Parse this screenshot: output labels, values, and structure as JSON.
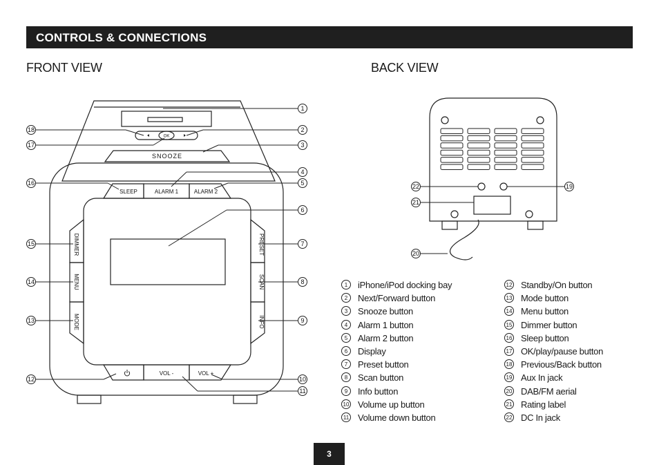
{
  "header": {
    "title": "CONTROLS & CONNECTIONS"
  },
  "front_view": {
    "title": "FRONT VIEW",
    "buttons": {
      "snooze": "SNOOZE",
      "ok": "OK",
      "sleep": "SLEEP",
      "alarm1": "ALARM 1",
      "alarm2": "ALARM 2",
      "dimmer": "DIMMER",
      "menu": "MENU",
      "mode": "MODE",
      "preset": "PRESET",
      "scan": "SCAN",
      "info": "INFO",
      "vol_minus": "VOL -",
      "vol_plus": "VOL +",
      "power_icon": "power-icon"
    }
  },
  "back_view": {
    "title": "BACK VIEW"
  },
  "legend": {
    "left": [
      {
        "num": "1",
        "label": "iPhone/iPod docking bay"
      },
      {
        "num": "2",
        "label": "Next/Forward button"
      },
      {
        "num": "3",
        "label": "Snooze button"
      },
      {
        "num": "4",
        "label": "Alarm 1 button"
      },
      {
        "num": "5",
        "label": "Alarm 2 button"
      },
      {
        "num": "6",
        "label": "Display"
      },
      {
        "num": "7",
        "label": "Preset button"
      },
      {
        "num": "8",
        "label": "Scan button"
      },
      {
        "num": "9",
        "label": "Info button"
      },
      {
        "num": "10",
        "label": "Volume up button"
      },
      {
        "num": "11",
        "label": "Volume down button"
      }
    ],
    "right": [
      {
        "num": "12",
        "label": "Standby/On button"
      },
      {
        "num": "13",
        "label": "Mode button"
      },
      {
        "num": "14",
        "label": "Menu button"
      },
      {
        "num": "15",
        "label": "Dimmer button"
      },
      {
        "num": "16",
        "label": "Sleep button"
      },
      {
        "num": "17",
        "label": "OK/play/pause button"
      },
      {
        "num": "18",
        "label": "Previous/Back button"
      },
      {
        "num": "19",
        "label": "Aux In jack"
      },
      {
        "num": "20",
        "label": "DAB/FM aerial"
      },
      {
        "num": "21",
        "label": "Rating label"
      },
      {
        "num": "22",
        "label": "DC In jack"
      }
    ]
  },
  "callouts": [
    "1",
    "2",
    "3",
    "4",
    "5",
    "6",
    "7",
    "8",
    "9",
    "10",
    "11",
    "12",
    "13",
    "14",
    "15",
    "16",
    "17",
    "18",
    "19",
    "20",
    "21",
    "22"
  ],
  "page": {
    "number": "3"
  }
}
